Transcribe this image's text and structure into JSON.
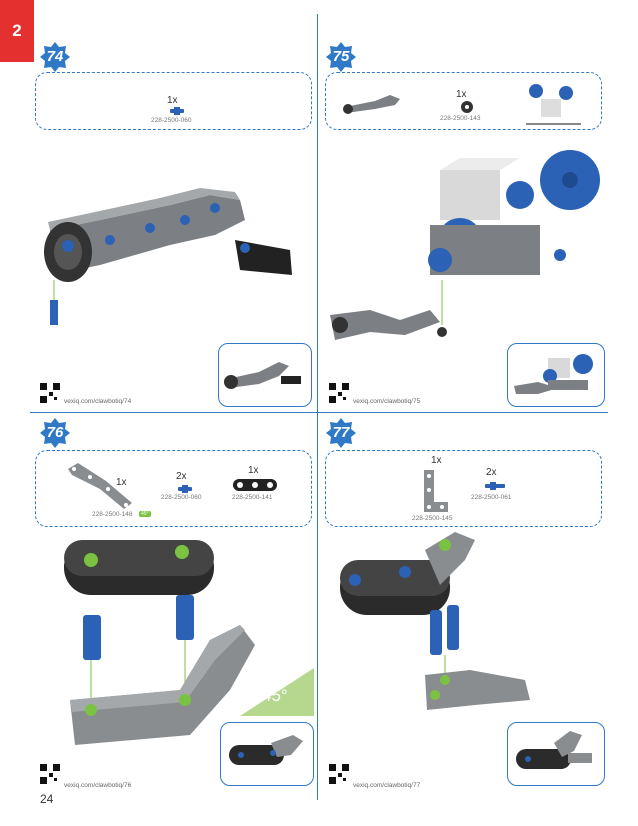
{
  "page": {
    "chapter": "2",
    "page_number": "24"
  },
  "steps": [
    {
      "number": "74",
      "parts": [
        {
          "qty": "1x",
          "part": "228-2500-060"
        }
      ],
      "url": "vexiq.com/clawbotiq/74"
    },
    {
      "number": "75",
      "parts": [
        {
          "qty": "1x",
          "part": "228-2500-143"
        }
      ],
      "url": "vexiq.com/clawbotiq/75"
    },
    {
      "number": "76",
      "parts": [
        {
          "qty": "1x",
          "part": "228-2500-148",
          "tag": "45°"
        },
        {
          "qty": "2x",
          "part": "228-2500-060"
        },
        {
          "qty": "1x",
          "part": "228-2500-141"
        }
      ],
      "url": "vexiq.com/clawbotiq/76",
      "angle_label": "45°"
    },
    {
      "number": "77",
      "parts": [
        {
          "qty": "1x",
          "part": "228-2500-145"
        },
        {
          "qty": "2x",
          "part": "228-2500-061"
        }
      ],
      "url": "vexiq.com/clawbotiq/77"
    }
  ],
  "colors": {
    "accent": "#2f79c7",
    "chapter_red": "#e4312f",
    "connector_blue": "#2b62b5",
    "beam_grey": "#8a8d90",
    "angle_green": "#7cc242"
  }
}
